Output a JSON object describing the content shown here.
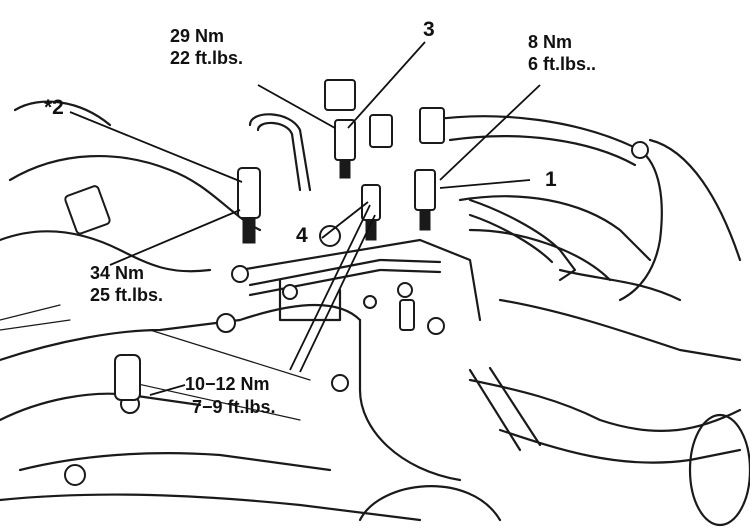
{
  "callouts": {
    "torque_top_left": {
      "nm": "29 Nm",
      "ftlbs": "22 ft.lbs."
    },
    "torque_top_right": {
      "nm": "8 Nm",
      "ftlbs": "6 ft.lbs.."
    },
    "torque_mid_left": {
      "nm": "34 Nm",
      "ftlbs": "25 ft.lbs."
    },
    "torque_bottom": {
      "nm": "10−12 Nm",
      "ftlbs": "7−9 ft.lbs."
    },
    "part_1": "1",
    "part_2": "*2",
    "part_3": "3",
    "part_4": "4"
  }
}
